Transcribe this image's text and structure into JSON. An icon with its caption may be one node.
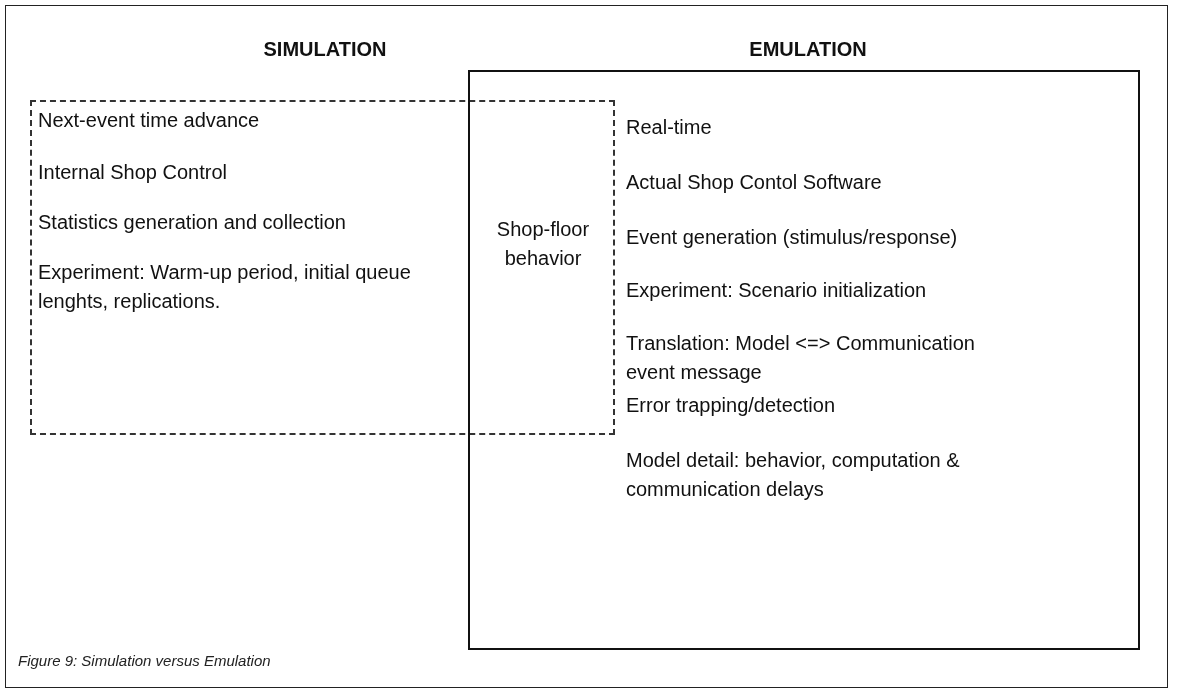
{
  "diagram": {
    "caption": "Figure 9: Simulation versus Emulation",
    "nodes": [
      {
        "text": [
          "SIMULATION",
          "Next-event time advance",
          "Internal Shop Control",
          "Statistics generation and collection",
          "Experiment: Warm-up period, initial queue lenghts, replications."
        ]
      },
      {
        "text": [
          "EMULATION",
          "Real-time",
          "Actual Shop Contol Software",
          "Event generation (stimulus/response)",
          "Experiment: Scenario initialization",
          "Translation: Model <=> Communication event message",
          "Error trapping/detection",
          "Model detail: behavior, computation & communication delays"
        ]
      }
    ],
    "edges": [],
    "labels": [
      "Shop-floor behavior"
    ]
  }
}
